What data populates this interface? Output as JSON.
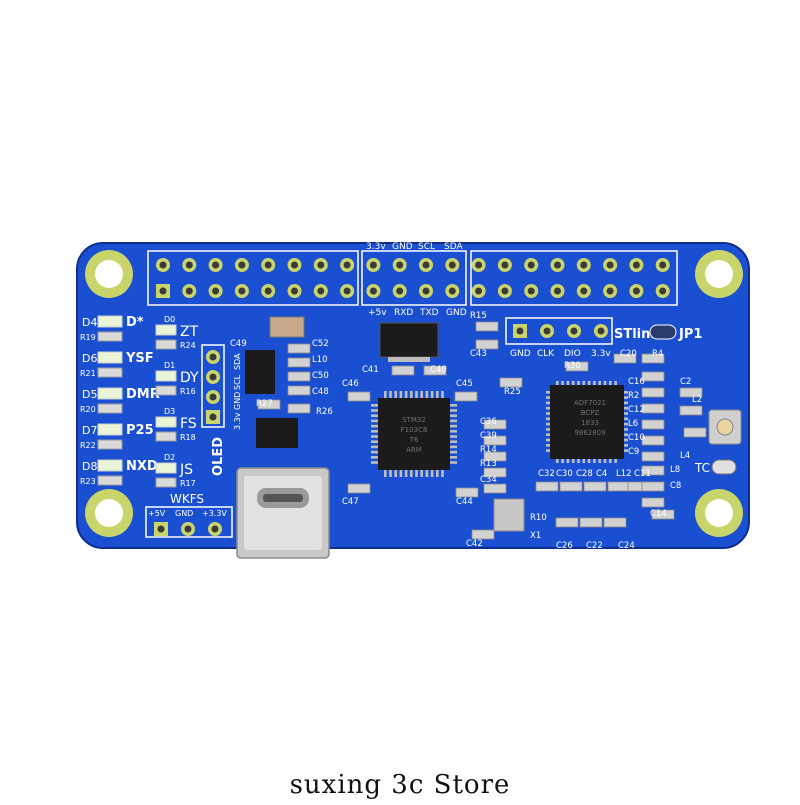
{
  "caption": "suxing 3c Store",
  "colors": {
    "board": "#1a4fd1",
    "board_dark": "#0f2f8f",
    "silk": "#ffffff",
    "pad": "#c9d46b",
    "chip": "#1b1b1b",
    "header": "#2a2a2a",
    "pin": "#cfcfcf",
    "led": "#eaf5d8"
  },
  "board": {
    "top_header_labels": [
      "3.3v",
      "GND",
      "SCL",
      "SDA"
    ],
    "bottom_header_labels": [
      "+5v",
      "RXD",
      "TXD",
      "GND"
    ],
    "swd_labels": [
      "GND",
      "CLK",
      "DIO",
      "3.3v"
    ],
    "swd_title": "STlink",
    "jumper": "JP1",
    "oled_pins": [
      "SDA",
      "SCL",
      "GND",
      "3.3v"
    ],
    "oled_title": "OLED",
    "left_labels": [
      {
        "d": "D4",
        "text": "D*",
        "r": "R19"
      },
      {
        "d": "D6",
        "text": "YSF",
        "r": "R21"
      },
      {
        "d": "D5",
        "text": "DMR",
        "r": "R20"
      },
      {
        "d": "D7",
        "text": "P25",
        "r": "R22"
      },
      {
        "d": "D8",
        "text": "NXD",
        "r": "R23"
      }
    ],
    "mid_left_labels": [
      {
        "d": "D0",
        "text": "ZT",
        "r": "R24"
      },
      {
        "d": "D1",
        "text": "DY",
        "r": "R16"
      },
      {
        "d": "D3",
        "text": "FS",
        "r": "R18"
      },
      {
        "d": "D2",
        "text": "JS",
        "r": "R17"
      }
    ],
    "wkfs_title": "WKFS",
    "wkfs_pins": [
      "+5V",
      "GND",
      "+3.3V"
    ],
    "antenna_label": "TC",
    "mcu_markings": [
      "STM32",
      "F103C8",
      "T6",
      "ARM"
    ],
    "rf_markings": [
      "ADF7021",
      "BCPZ",
      "1833",
      "9862809"
    ],
    "component_labels": [
      "C49",
      "C52",
      "L10",
      "C50",
      "C48",
      "R27",
      "R26",
      "C46",
      "C45",
      "C41",
      "C40",
      "R15",
      "C43",
      "R25",
      "C36",
      "C39",
      "R14",
      "R13",
      "C34",
      "C44",
      "C47",
      "C42",
      "R10",
      "C26",
      "C22",
      "C24",
      "C32",
      "C30",
      "C28",
      "C4",
      "L12",
      "C11",
      "R30",
      "C20",
      "R4",
      "C16",
      "R2",
      "C12",
      "L6",
      "C10",
      "C9",
      "L8",
      "C8",
      "C14",
      "C2",
      "L2",
      "L4",
      "X1"
    ]
  }
}
